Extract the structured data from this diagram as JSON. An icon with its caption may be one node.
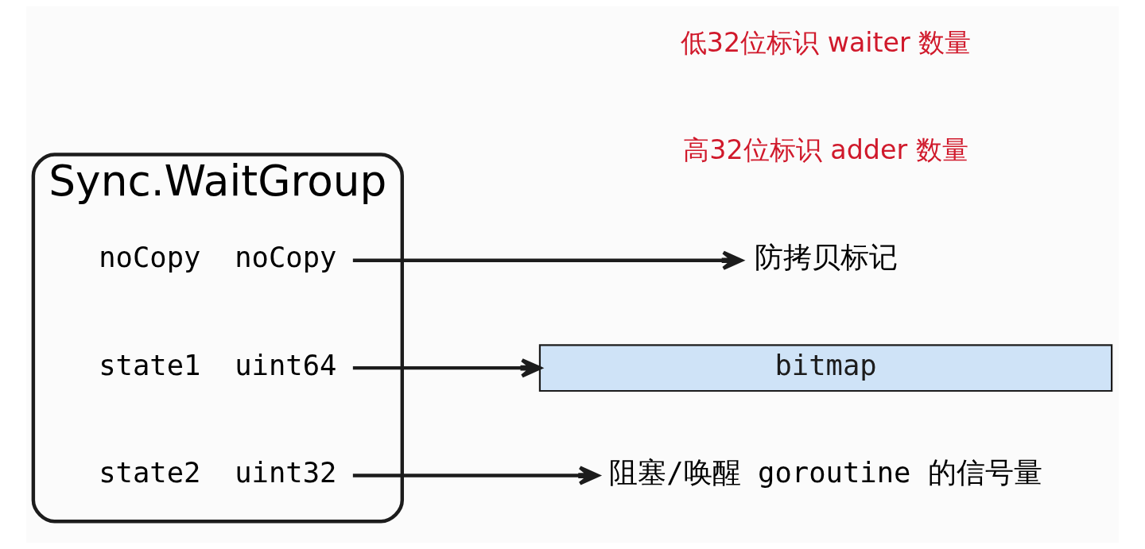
{
  "diagram": {
    "nodes": [
      {
        "text": [
          "Sync.WaitGroup"
        ]
      },
      {
        "text": [
          "noCopy  noCopy"
        ],
        "in": 0
      },
      {
        "text": [
          "state1  uint64"
        ],
        "in": 0
      },
      {
        "text": [
          "state2  uint32"
        ],
        "in": 0
      },
      {
        "text": [
          "防拷贝标记"
        ]
      },
      {
        "text": [
          "bitmap"
        ]
      },
      {
        "text": [
          "阻塞/唤醒 goroutine 的信号量"
        ]
      }
    ],
    "edges": [
      {
        "from": 1,
        "to": 4,
        "arrow": "to"
      },
      {
        "from": 2,
        "to": 5,
        "arrow": "to"
      },
      {
        "from": 3,
        "to": 6,
        "arrow": "to"
      }
    ],
    "labels": [
      "高32位标识 adder 数量",
      "低32位标识 waiter 数量"
    ]
  }
}
